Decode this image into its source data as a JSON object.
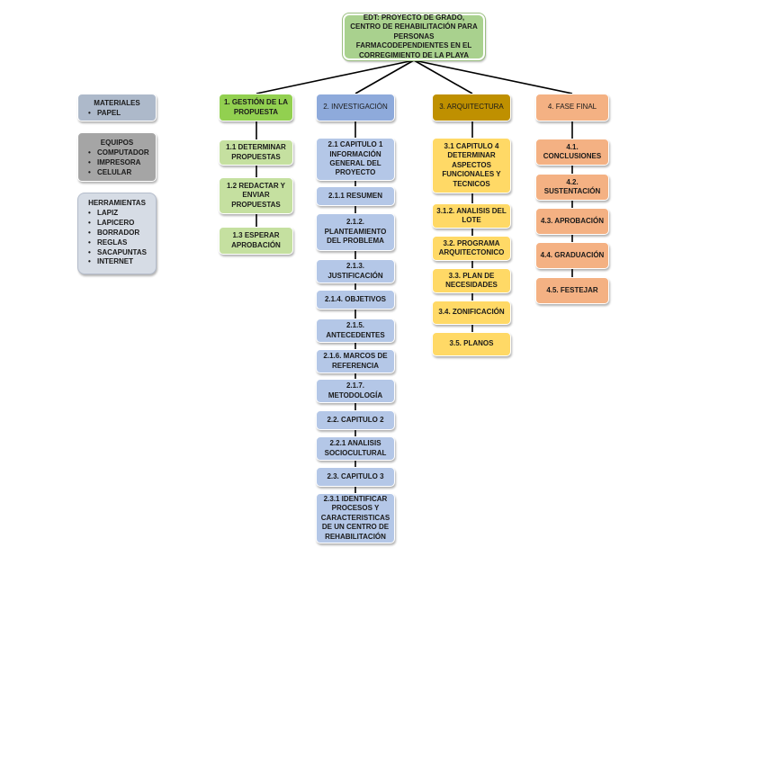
{
  "root": {
    "title": "EDT: PROYECTO DE GRADO, CENTRO DE REHABILITACIÓN PARA PERSONAS FARMACODEPENDIENTES EN EL CORREGIMIENTO DE LA PLAYA"
  },
  "branches": [
    {
      "title": "1. GESTIÓN DE LA PROPUESTA",
      "children": [
        "1.1 DETERMINAR PROPUESTAS",
        "1.2 REDACTAR Y ENVIAR PROPUESTAS",
        "1.3 ESPERAR APROBACIÓN"
      ]
    },
    {
      "title": "2. INVESTIGACIÓN",
      "children": [
        "2.1 CAPITULO 1 INFORMACIÓN GENERAL DEL PROYECTO",
        "2.1.1 RESUMEN",
        "2.1.2. PLANTEAMIENTO DEL PROBLEMA",
        "2.1.3. JUSTIFICACIÓN",
        "2.1.4. OBJETIVOS",
        "2.1.5. ANTECEDENTES",
        "2.1.6. MARCOS DE REFERENCIA",
        "2.1.7. METODOLOGÍA",
        "2.2. CAPITULO 2",
        "2.2.1 ANALISIS SOCIOCULTURAL",
        "2.3. CAPITULO 3",
        "2.3.1 IDENTIFICAR PROCESOS Y CARACTERISTICAS DE UN CENTRO DE REHABILITACIÓN"
      ]
    },
    {
      "title": "3. ARQUITECTURA",
      "children": [
        "3.1 CAPITULO 4 DETERMINAR ASPECTOS FUNCIONALES Y TECNICOS",
        "3.1.2. ANALISIS DEL LOTE",
        "3.2. PROGRAMA ARQUITECTONICO",
        "3.3. PLAN DE NECESIDADES",
        "3.4. ZONIFICACIÓN",
        "3.5. PLANOS"
      ]
    },
    {
      "title": "4. FASE FINAL",
      "children": [
        "4.1. CONCLUSIONES",
        "4.2. SUSTENTACIÓN",
        "4.3. APROBACIÓN",
        "4.4. GRADUACIÓN",
        "4.5. FESTEJAR"
      ]
    }
  ],
  "sidebar": {
    "materiales": {
      "title": "MATERIALES",
      "items": [
        "PAPEL"
      ]
    },
    "equipos": {
      "title": "EQUIPOS",
      "items": [
        "COMPUTADOR",
        "IMPRESORA",
        "CELULAR"
      ]
    },
    "herramientas": {
      "title": "HERRAMIENTAS",
      "items": [
        "LAPIZ",
        "LAPICERO",
        "BORRADOR",
        "REGLAS",
        "SACAPUNTAS",
        "INTERNET"
      ]
    }
  }
}
